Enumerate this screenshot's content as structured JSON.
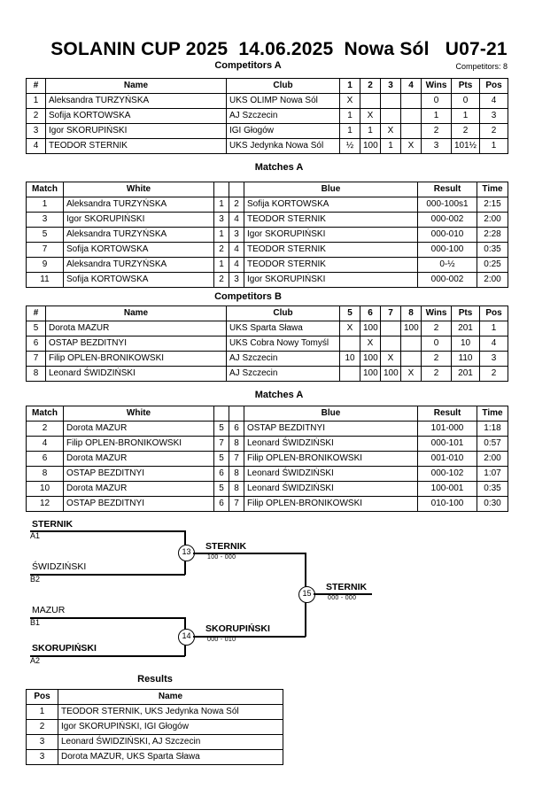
{
  "title": "SOLANIN CUP 2025  14.06.2025  Nowa Sól   U07-21",
  "competitors_total": "Competitors: 8",
  "headings": {
    "competitors_a": "Competitors A",
    "matches_a": "Matches A",
    "competitors_b": "Competitors B",
    "matches_b": "Matches A",
    "results": "Results"
  },
  "competitors_a": {
    "columns": [
      "#",
      "Name",
      "Club",
      "1",
      "2",
      "3",
      "4",
      "Wins",
      "Pts",
      "Pos"
    ],
    "rows": [
      {
        "num": "1",
        "name": "Aleksandra TURZYŃSKA",
        "club": "UKS OLIMP Nowa Sól",
        "g": [
          "X",
          "",
          "",
          ""
        ],
        "wins": "0",
        "pts": "0",
        "pos": "4"
      },
      {
        "num": "2",
        "name": "Sofija KORTOWSKA",
        "club": "AJ Szczecin",
        "g": [
          "1",
          "X",
          "",
          ""
        ],
        "wins": "1",
        "pts": "1",
        "pos": "3"
      },
      {
        "num": "3",
        "name": "Igor SKORUPIŃSKI",
        "club": "IGI Głogów",
        "g": [
          "1",
          "1",
          "X",
          ""
        ],
        "wins": "2",
        "pts": "2",
        "pos": "2"
      },
      {
        "num": "4",
        "name": "TEODOR STERNIK",
        "club": "UKS Jedynka Nowa Sól",
        "g": [
          "½",
          "100",
          "1",
          "X"
        ],
        "wins": "3",
        "pts": "101½",
        "pos": "1"
      }
    ]
  },
  "matches_a": {
    "columns": [
      "Match",
      "White",
      "",
      "",
      "Blue",
      "Result",
      "Time"
    ],
    "rows": [
      {
        "match": "1",
        "white": "Aleksandra TURZYŃSKA",
        "white_bold": false,
        "wn": "1",
        "bn": "2",
        "blue": "Sofija KORTOWSKA",
        "blue_bold": true,
        "result": "000-100s1",
        "time": "2:15"
      },
      {
        "match": "3",
        "white": "Igor SKORUPIŃSKI",
        "white_bold": false,
        "wn": "3",
        "bn": "4",
        "blue": "TEODOR STERNIK",
        "blue_bold": true,
        "result": "000-002",
        "time": "2:00"
      },
      {
        "match": "5",
        "white": "Aleksandra TURZYŃSKA",
        "white_bold": false,
        "wn": "1",
        "bn": "3",
        "blue": "Igor SKORUPIŃSKI",
        "blue_bold": true,
        "result": "000-010",
        "time": "2:28"
      },
      {
        "match": "7",
        "white": "Sofija KORTOWSKA",
        "white_bold": false,
        "wn": "2",
        "bn": "4",
        "blue": "TEODOR STERNIK",
        "blue_bold": true,
        "result": "000-100",
        "time": "0:35"
      },
      {
        "match": "9",
        "white": "Aleksandra TURZYŃSKA",
        "white_bold": false,
        "wn": "1",
        "bn": "4",
        "blue": "TEODOR STERNIK",
        "blue_bold": true,
        "result": "0-½",
        "time": "0:25"
      },
      {
        "match": "11",
        "white": "Sofija KORTOWSKA",
        "white_bold": false,
        "wn": "2",
        "bn": "3",
        "blue": "Igor SKORUPIŃSKI",
        "blue_bold": true,
        "result": "000-002",
        "time": "2:00"
      }
    ]
  },
  "competitors_b": {
    "columns": [
      "#",
      "Name",
      "Club",
      "5",
      "6",
      "7",
      "8",
      "Wins",
      "Pts",
      "Pos"
    ],
    "rows": [
      {
        "num": "5",
        "name": "Dorota MAZUR",
        "club": "UKS Sparta Sława",
        "g": [
          "X",
          "100",
          "",
          "100"
        ],
        "wins": "2",
        "pts": "201",
        "pos": "1"
      },
      {
        "num": "6",
        "name": "OSTAP BEZDITNYI",
        "club": "UKS Cobra Nowy Tomyśl",
        "g": [
          "",
          "X",
          "",
          ""
        ],
        "wins": "0",
        "pts": "10",
        "pos": "4"
      },
      {
        "num": "7",
        "name": "Filip OPLEN-BRONIKOWSKI",
        "club": "AJ Szczecin",
        "g": [
          "10",
          "100",
          "X",
          ""
        ],
        "wins": "2",
        "pts": "110",
        "pos": "3"
      },
      {
        "num": "8",
        "name": "Leonard ŚWIDZIŃSKI",
        "club": "AJ Szczecin",
        "g": [
          "",
          "100",
          "100",
          "X"
        ],
        "wins": "2",
        "pts": "201",
        "pos": "2"
      }
    ]
  },
  "matches_b": {
    "columns": [
      "Match",
      "White",
      "",
      "",
      "Blue",
      "Result",
      "Time"
    ],
    "rows": [
      {
        "match": "2",
        "white": "Dorota MAZUR",
        "white_bold": true,
        "wn": "5",
        "bn": "6",
        "blue": "OSTAP BEZDITNYI",
        "blue_bold": false,
        "result": "101-000",
        "time": "1:18"
      },
      {
        "match": "4",
        "white": "Filip OPLEN-BRONIKOWSKI",
        "white_bold": false,
        "wn": "7",
        "bn": "8",
        "blue": "Leonard ŚWIDZIŃSKI",
        "blue_bold": true,
        "result": "000-101",
        "time": "0:57"
      },
      {
        "match": "6",
        "white": "Dorota MAZUR",
        "white_bold": false,
        "wn": "5",
        "bn": "7",
        "blue": "Filip OPLEN-BRONIKOWSKI",
        "blue_bold": true,
        "result": "001-010",
        "time": "2:00"
      },
      {
        "match": "8",
        "white": "OSTAP BEZDITNYI",
        "white_bold": false,
        "wn": "6",
        "bn": "8",
        "blue": "Leonard ŚWIDZIŃSKI",
        "blue_bold": true,
        "result": "000-102",
        "time": "1:07"
      },
      {
        "match": "10",
        "white": "Dorota MAZUR",
        "white_bold": true,
        "wn": "5",
        "bn": "8",
        "blue": "Leonard ŚWIDZIŃSKI",
        "blue_bold": false,
        "result": "100-001",
        "time": "0:35"
      },
      {
        "match": "12",
        "white": "OSTAP BEZDITNYI",
        "white_bold": false,
        "wn": "6",
        "bn": "7",
        "blue": "Filip OPLEN-BRONIKOWSKI",
        "blue_bold": true,
        "result": "010-100",
        "time": "0:30"
      }
    ]
  },
  "bracket": {
    "entries": [
      {
        "name": "STERNIK",
        "seed": "A1",
        "winner": true
      },
      {
        "name": "ŚWIDZIŃSKI",
        "seed": "B2",
        "winner": false
      },
      {
        "name": "MAZUR",
        "seed": "B1",
        "winner": false
      },
      {
        "name": "SKORUPIŃSKI",
        "seed": "A2",
        "winner": true
      }
    ],
    "semifinal_top": {
      "match": "13",
      "name": "STERNIK",
      "score": "100 - 000"
    },
    "semifinal_bottom": {
      "match": "14",
      "name": "SKORUPIŃSKI",
      "score": "000 - 010"
    },
    "final": {
      "match": "15",
      "name": "STERNIK",
      "score": "000 - 000"
    }
  },
  "results": {
    "columns": [
      "Pos",
      "Name"
    ],
    "rows": [
      {
        "pos": "1",
        "name": "TEODOR STERNIK, UKS Jedynka Nowa Sól"
      },
      {
        "pos": "2",
        "name": "Igor SKORUPIŃSKI, IGI Głogów"
      },
      {
        "pos": "3",
        "name": "Leonard ŚWIDZIŃSKI, AJ Szczecin"
      },
      {
        "pos": "3",
        "name": "Dorota MAZUR, UKS Sparta Sława"
      }
    ]
  }
}
